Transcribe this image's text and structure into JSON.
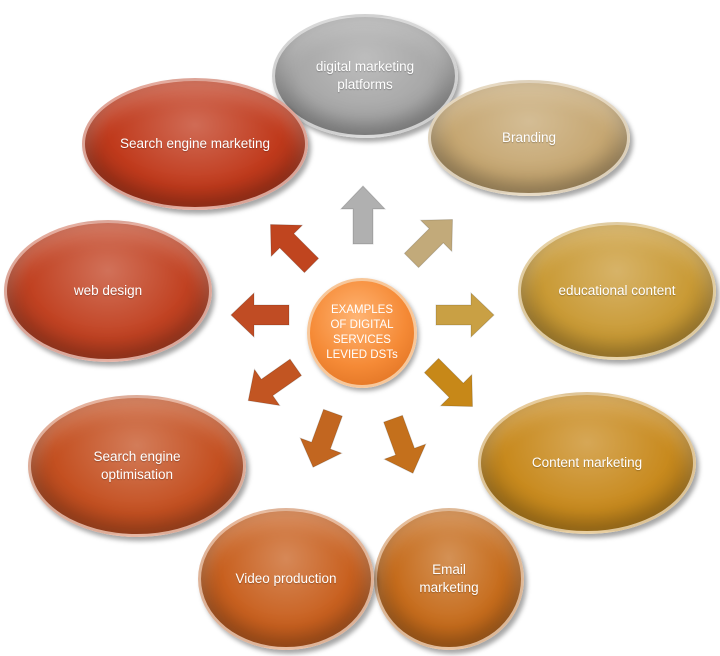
{
  "center_label": "EXAMPLES\nOF  DIGITAL\nSERVICES\nLEVIED DSTs",
  "nodes": [
    {
      "label": "digital marketing platforms",
      "color": "#a7a7a7"
    },
    {
      "label": "Branding",
      "color": "#c6a772"
    },
    {
      "label": "educational content",
      "color": "#c99a35"
    },
    {
      "label": "Content marketing",
      "color": "#c88a1e"
    },
    {
      "label": "Email marketing",
      "color": "#c66c1c"
    },
    {
      "label": "Video production",
      "color": "#c8601f"
    },
    {
      "label": "Search engine optimisation",
      "color": "#c45021"
    },
    {
      "label": "web design",
      "color": "#c14222"
    },
    {
      "label": "Search engine marketing",
      "color": "#c03a1c"
    }
  ],
  "arrow_colors": [
    "#b0b0b0",
    "#c2aa7a",
    "#c9a044",
    "#c78818",
    "#c4701c",
    "#c26620",
    "#c25522",
    "#c04c24",
    "#c0451f"
  ]
}
